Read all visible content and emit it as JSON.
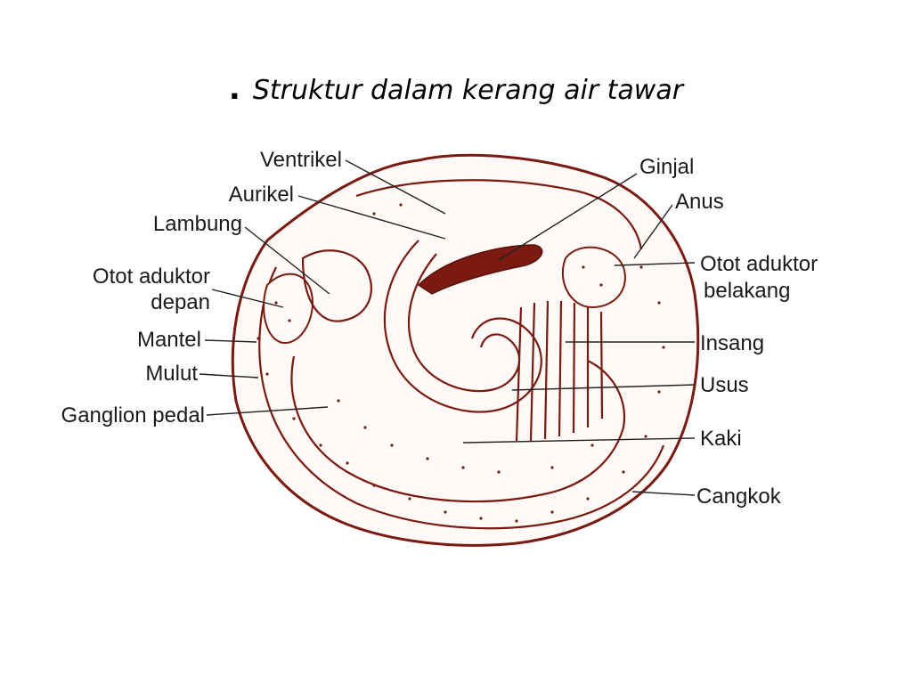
{
  "title": {
    "bullet": ".",
    "text": "Struktur dalam kerang air tawar"
  },
  "labels": {
    "ventrikel": "Ventrikel",
    "aurikel": "Aurikel",
    "lambung": "Lambung",
    "otot_aduktor_depan_1": "Otot aduktor",
    "otot_aduktor_depan_2": "depan",
    "mantel": "Mantel",
    "mulut": "Mulut",
    "ganglion_pedal": "Ganglion pedal",
    "ginjal": "Ginjal",
    "anus": "Anus",
    "otot_aduktor_belakang_1": "Otot aduktor",
    "otot_aduktor_belakang_2": "belakang",
    "insang": "Insang",
    "usus": "Usus",
    "kaki": "Kaki",
    "cangkok": "Cangkok"
  },
  "colors": {
    "ink": "#7a1a10",
    "background": "#ffffff"
  }
}
